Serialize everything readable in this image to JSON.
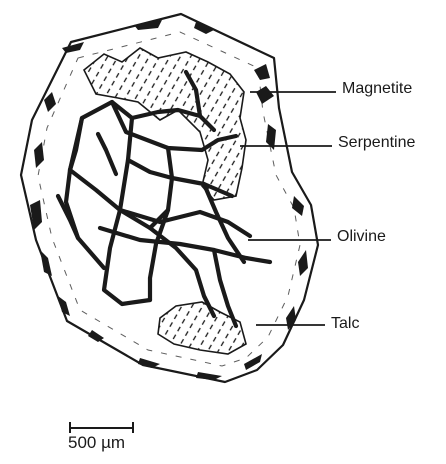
{
  "labels": {
    "magnetite": "Magnetite",
    "serpentine": "Serpentine",
    "olivine": "Olivine",
    "talc": "Talc"
  },
  "scale_bar": {
    "label": "500 µm"
  },
  "colors": {
    "ink": "#1a1a1a",
    "background": "#ffffff"
  }
}
